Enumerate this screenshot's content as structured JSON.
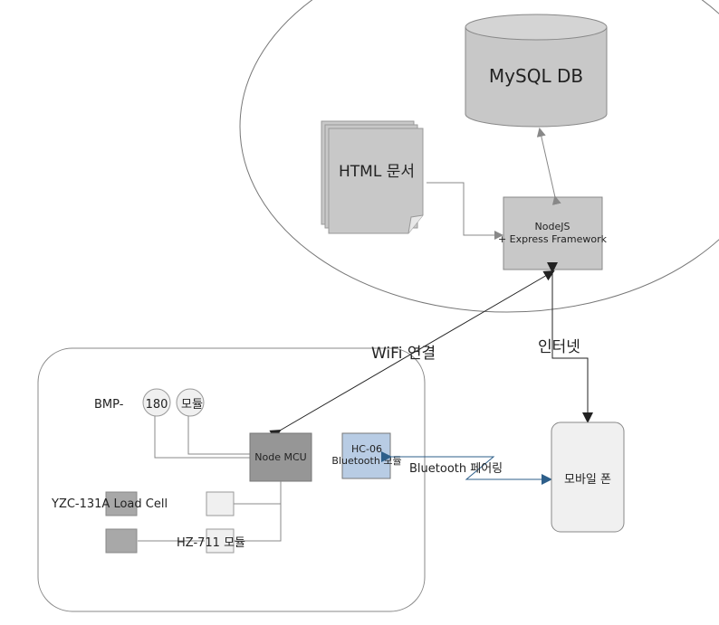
{
  "cloud": {
    "database": {
      "label": "MySQL DB"
    },
    "document": {
      "label": "HTML 문서"
    },
    "server": {
      "line1": "NodeJS",
      "line2": "+ Express Framework"
    }
  },
  "connections": {
    "wifi": "WiFi 연결",
    "internet": "인터넷",
    "bluetooth": "Bluetooth 페어링"
  },
  "device": {
    "bmp": {
      "part1": "BMP-",
      "part2": "180",
      "part3": "모듈"
    },
    "mcu": "Node MCU",
    "hc06": {
      "line1": "HC-06",
      "line2": "Bluetooth 모듈"
    },
    "loadcell": "YZC-131A Load Cell",
    "hz711": "HZ-711 모듈"
  },
  "phone": {
    "label": "모바일 폰"
  },
  "colors": {
    "box_gray": "#c8c8c8",
    "mcu_gray": "#969696",
    "hc06_blue": "#b8cce4",
    "bluetooth_arrow": "#2e5f8a"
  }
}
